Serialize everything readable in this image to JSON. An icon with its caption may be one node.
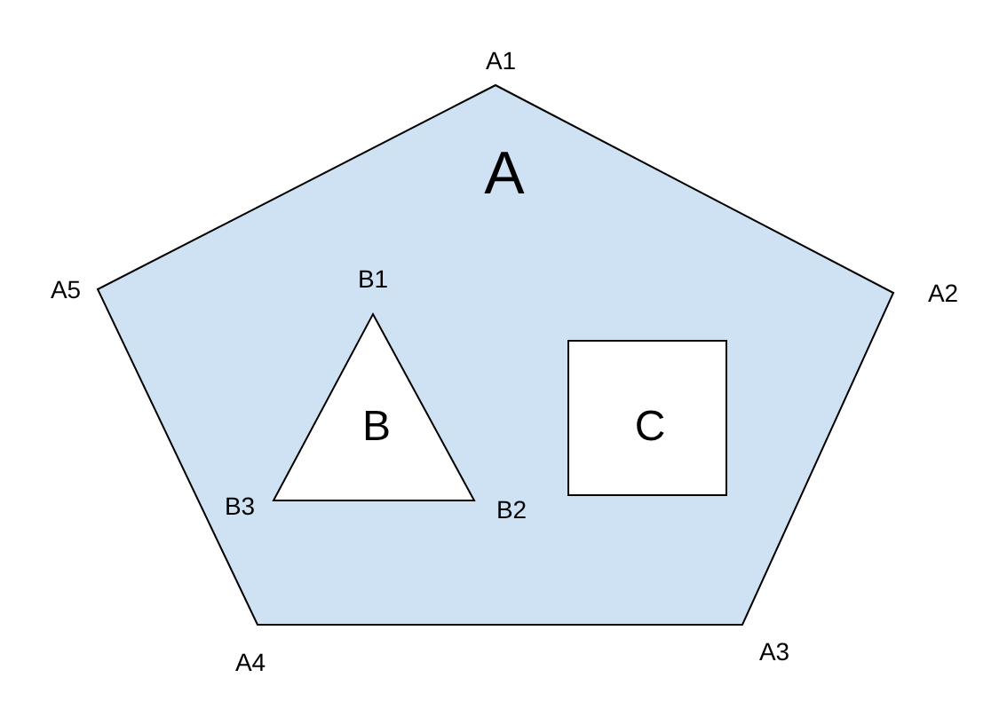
{
  "diagram": {
    "nodes": [
      {
        "text": [
          "A"
        ]
      },
      {
        "text": [
          "B"
        ],
        "in": 0
      },
      {
        "text": [
          "C"
        ],
        "in": 0
      }
    ],
    "labels": [
      "A1",
      "A2",
      "A3",
      "A4",
      "A5",
      "B1",
      "B2",
      "B3"
    ]
  }
}
